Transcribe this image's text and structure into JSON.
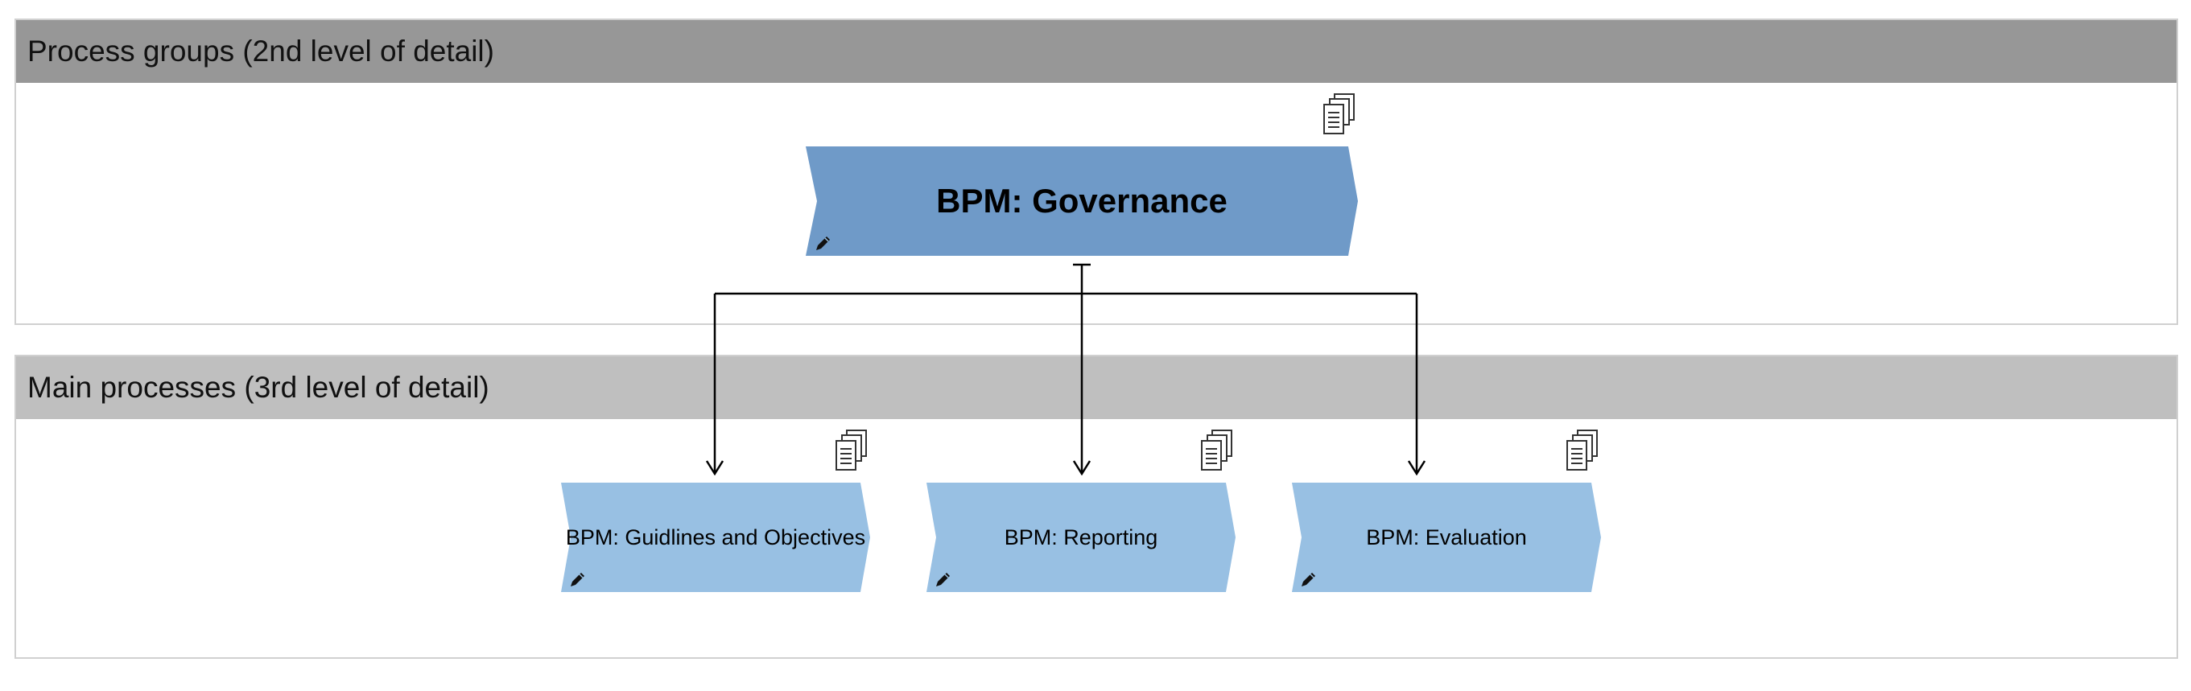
{
  "lanes": [
    {
      "title": "Process groups (2nd level of detail)",
      "header_color": "#979797"
    },
    {
      "title": "Main processes (3rd level of detail)",
      "header_color": "#bfbfbf"
    }
  ],
  "main_process": {
    "label": "BPM: Governance",
    "color": "#6f9ac8",
    "icons": [
      "documents-icon",
      "pencil-icon"
    ]
  },
  "sub_processes": [
    {
      "label": "BPM: Guidlines and Objectives",
      "color": "#98c0e3",
      "icons": [
        "documents-icon",
        "pencil-icon"
      ]
    },
    {
      "label": "BPM: Reporting",
      "color": "#98c0e3",
      "icons": [
        "documents-icon",
        "pencil-icon"
      ]
    },
    {
      "label": "BPM: Evaluation",
      "color": "#98c0e3",
      "icons": [
        "documents-icon",
        "pencil-icon"
      ]
    }
  ]
}
